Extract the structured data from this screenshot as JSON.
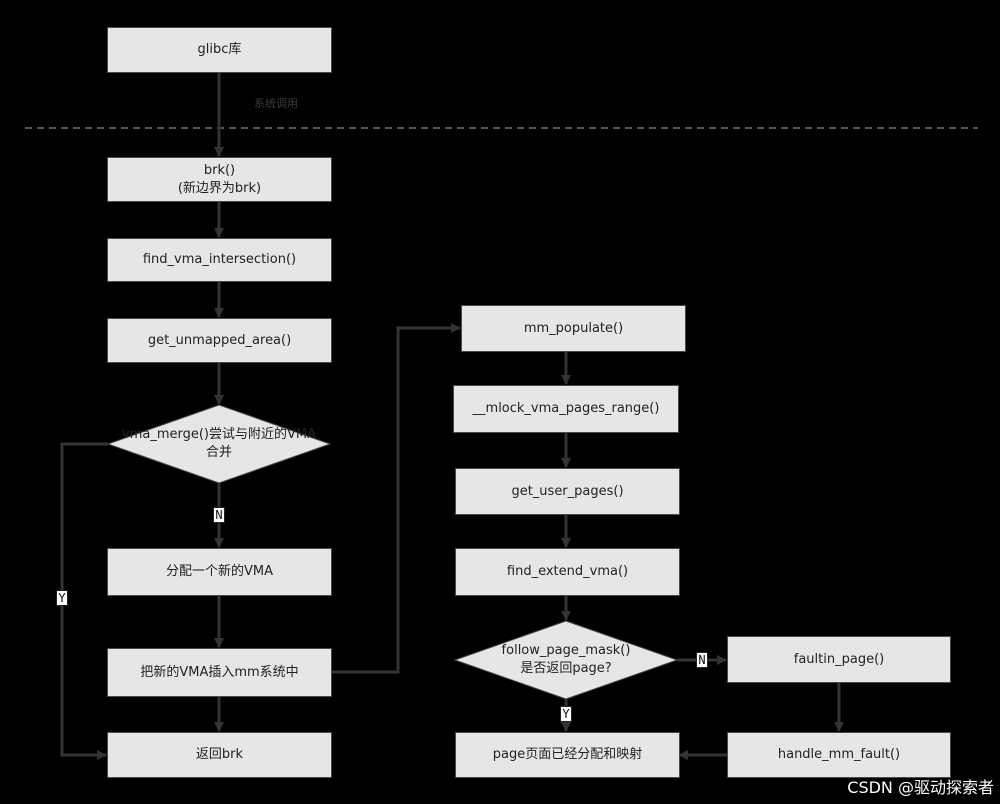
{
  "diagram": {
    "nodes": {
      "glibc": {
        "text": "glibc库"
      },
      "syscall_note": {
        "text": "系统调用"
      },
      "brk": {
        "line1": "brk()",
        "line2": "(新边界为brk)"
      },
      "find_vma_intersection": {
        "text": "find_vma_intersection()"
      },
      "get_unmapped_area": {
        "text": "get_unmapped_area()"
      },
      "vma_merge": {
        "line1": "vma_merge()尝试与附近的VMA",
        "line2": "合并"
      },
      "alloc_vma": {
        "text": "分配一个新的VMA"
      },
      "insert_vma": {
        "text": "把新的VMA插入mm系统中"
      },
      "return_brk": {
        "text": "返回brk"
      },
      "mm_populate": {
        "text": "mm_populate()"
      },
      "mlock_vma_pages_range": {
        "text": "__mlock_vma_pages_range()"
      },
      "get_user_pages": {
        "text": "get_user_pages()"
      },
      "find_extend_vma": {
        "text": "find_extend_vma()"
      },
      "follow_page_mask": {
        "line1": "follow_page_mask()",
        "line2": "是否返回page?"
      },
      "faultin_page": {
        "text": "faultin_page()"
      },
      "handle_mm_fault": {
        "text": "handle_mm_fault()"
      },
      "page_mapped": {
        "text": "page页面已经分配和映射"
      }
    },
    "edge_labels": {
      "merge_no": "N",
      "merge_yes": "Y",
      "follow_no": "N",
      "follow_yes": "Y"
    }
  },
  "watermark": "CSDN @驱动探索者",
  "colors": {
    "background": "#000000",
    "box_fill": "#e6e6e6",
    "connector": "#333333",
    "note_text": "#3a3a3a",
    "watermark": "#ffffff"
  }
}
